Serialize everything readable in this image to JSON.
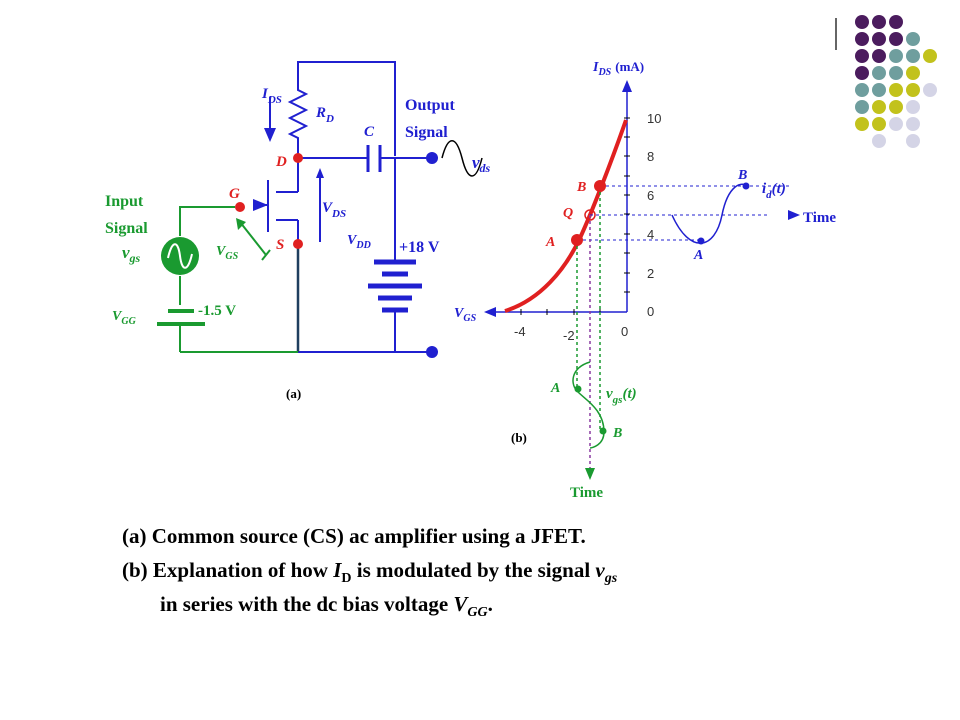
{
  "colors": {
    "circuit_blue": "#2020d0",
    "input_green": "#1a9a30",
    "curve_red": "#e02020",
    "dot_purple": "#4b1c5e",
    "dot_teal": "#6f9e9e",
    "dot_yellow": "#c2c21c",
    "dot_lavender": "#d4d4e6"
  },
  "circuit": {
    "ids_label": "I",
    "ids_sub": "DS",
    "rd_label": "R",
    "rd_sub": "D",
    "c_label": "C",
    "d_label": "D",
    "g_label": "G",
    "s_label": "S",
    "output_line1": "Output",
    "output_line2": "Signal",
    "vds_out_label": "v",
    "vds_out_sub": "ds",
    "vds_label": "V",
    "vds_sub": "DS",
    "vdd_label": "V",
    "vdd_sub": "DD",
    "vdd_value": "+18 V",
    "input_line1": "Input",
    "input_line2": "Signal",
    "vgs_in_label": "v",
    "vgs_in_sub": "gs",
    "vgs_label": "V",
    "vgs_sub": "GS",
    "vgg_label": "V",
    "vgg_sub": "GG",
    "vgg_value": "-1.5 V",
    "panel_label": "(a)"
  },
  "graph": {
    "ids_axis_label": "I",
    "ids_axis_sub": "DS",
    "ids_axis_unit": "(mA)",
    "vgs_axis_label": "V",
    "vgs_axis_sub": "GS",
    "y_ticks": [
      "10",
      "8",
      "6",
      "4",
      "2",
      "0"
    ],
    "x_ticks": [
      "-4",
      "-2",
      "0"
    ],
    "point_b": "B",
    "point_q": "Q",
    "point_a": "A",
    "id_label": "i",
    "id_sub": "d",
    "id_arg": "(t)",
    "time_right": "Time",
    "wave_b": "B",
    "wave_a": "A",
    "vgs_wave_label": "v",
    "vgs_wave_sub": "gs",
    "vgs_wave_arg": "(t)",
    "vwave_a": "A",
    "vwave_b": "B",
    "time_bottom": "Time",
    "panel_label": "(b)"
  },
  "caption": {
    "line1_prefix": "(a)",
    "line1_text": "Common source (CS) ac amplifier using a JFET.",
    "line2_prefix": "(b)",
    "line2_text_a": "Explanation of how ",
    "line2_id": "I",
    "line2_id_sub": "D",
    "line2_text_b": " is modulated by the signal ",
    "line2_vgs": "v",
    "line2_vgs_sub": "gs",
    "line3_text": "in series with the dc bias voltage ",
    "line3_vgg": "V",
    "line3_vgg_sub": "GG",
    "line3_end": "."
  }
}
